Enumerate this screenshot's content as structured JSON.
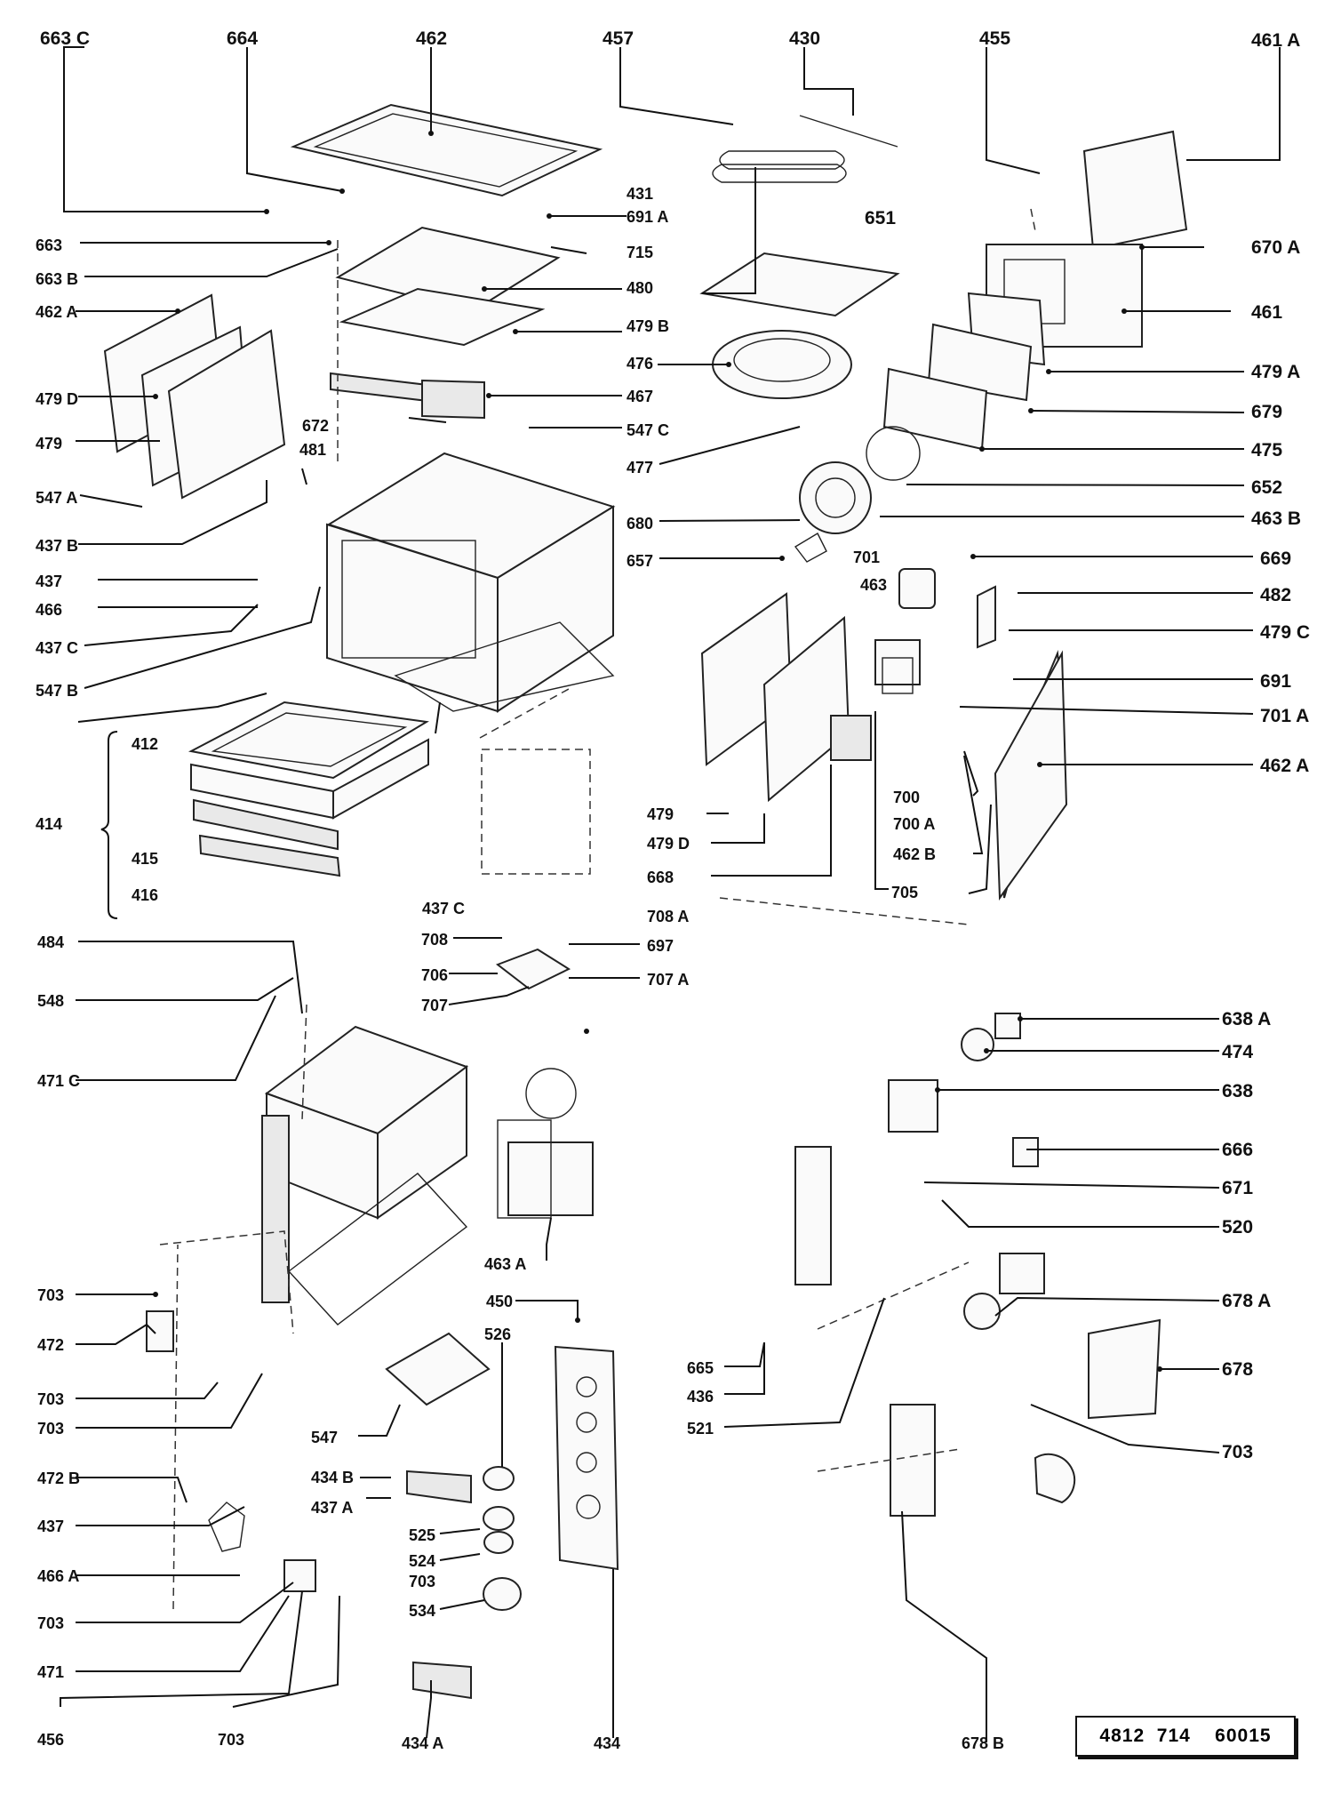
{
  "diagram": {
    "doc_number": "4812  714    60015",
    "labels": {
      "l663C": "663 C",
      "l664": "664",
      "l462": "462",
      "l457": "457",
      "l430": "430",
      "l455": "455",
      "l461A": "461 A",
      "l431": "431",
      "l691A": "691 A",
      "l651": "651",
      "l670A": "670 A",
      "l663": "663",
      "l715": "715",
      "l663B": "663 B",
      "l480": "480",
      "l461": "461",
      "l462A_top": "462 A",
      "l479B": "479 B",
      "l476": "476",
      "l479A": "479 A",
      "l479D_top": "479 D",
      "l467": "467",
      "l679": "679",
      "l672": "672",
      "l547C": "547 C",
      "l479": "479",
      "l481": "481",
      "l477": "477",
      "l475": "475",
      "l547A": "547 A",
      "l652": "652",
      "l463B": "463 B",
      "l680": "680",
      "l437B": "437 B",
      "l657": "657",
      "l701": "701",
      "l669": "669",
      "l437": "437",
      "l463": "463",
      "l482": "482",
      "l466": "466",
      "l479C": "479 C",
      "l437C": "437 C",
      "l691": "691",
      "l547B": "547 B",
      "l701A": "701 A",
      "l462A_right": "462 A",
      "l412": "412",
      "l700": "700",
      "l414": "414",
      "l479_mid": "479",
      "l700A": "700 A",
      "l479D_mid": "479 D",
      "l462B": "462 B",
      "l415": "415",
      "l668": "668",
      "l416": "416",
      "l705": "705",
      "l437C_b": "437 C",
      "l708A": "708 A",
      "l708": "708",
      "l697": "697",
      "l484": "484",
      "l706": "706",
      "l707A": "707 A",
      "l707": "707",
      "l548": "548",
      "l638A": "638 A",
      "l474": "474",
      "l471C": "471 C",
      "l638": "638",
      "l666": "666",
      "l671": "671",
      "l520": "520",
      "l463A": "463 A",
      "l703a": "703",
      "l450": "450",
      "l678A": "678 A",
      "l526": "526",
      "l472": "472",
      "l678": "678",
      "l703b": "703",
      "l665": "665",
      "l703c": "703",
      "l436": "436",
      "l547": "547",
      "l521": "521",
      "l703d": "703",
      "l472B": "472 B",
      "l434B": "434 B",
      "l437_low": "437",
      "l437A": "437 A",
      "l525": "525",
      "l466A": "466 A",
      "l524": "524",
      "l703e": "703",
      "l703f": "703",
      "l534": "534",
      "l471": "471",
      "l456": "456",
      "l703g": "703",
      "l434A": "434 A",
      "l434": "434",
      "l678B": "678 B"
    }
  }
}
